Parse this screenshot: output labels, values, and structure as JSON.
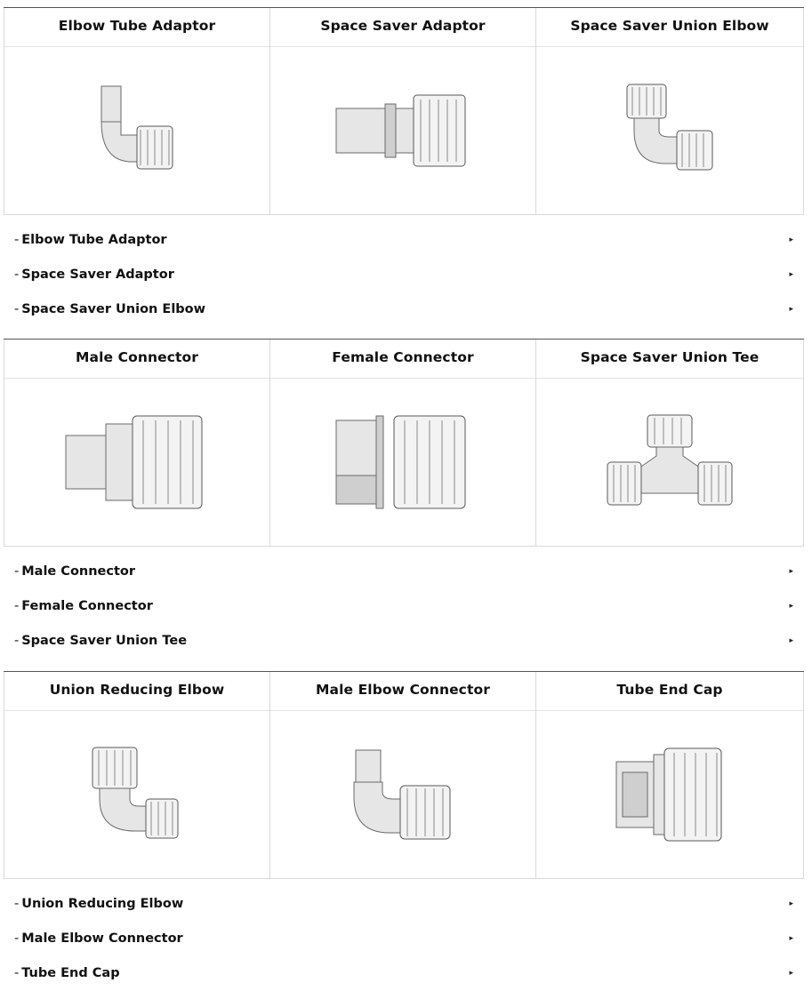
{
  "groups": [
    {
      "titles": [
        "Elbow Tube Adaptor",
        "Space Saver Adaptor",
        "Space Saver Union Elbow"
      ],
      "links": [
        "Elbow Tube Adaptor",
        "Space Saver Adaptor",
        "Space Saver Union Elbow"
      ]
    },
    {
      "titles": [
        "Male Connector",
        "Female Connector",
        "Space Saver Union Tee"
      ],
      "links": [
        "Male Connector",
        "Female Connector",
        "Space Saver Union Tee"
      ]
    },
    {
      "titles": [
        "Union Reducing Elbow",
        "Male Elbow Connector",
        "Tube End Cap"
      ],
      "links": [
        "Union Reducing Elbow",
        "Male Elbow Connector",
        "Tube End Cap"
      ]
    }
  ],
  "link_prefix": "-",
  "arrow_glyph": "▸",
  "icons": {
    "product_images": [
      "elbow-tube-adaptor-image",
      "space-saver-adaptor-image",
      "space-saver-union-elbow-image",
      "male-connector-image",
      "female-connector-image",
      "space-saver-union-tee-image",
      "union-reducing-elbow-image",
      "male-elbow-connector-image",
      "tube-end-cap-image"
    ],
    "link_arrow": "caret-right-icon"
  }
}
